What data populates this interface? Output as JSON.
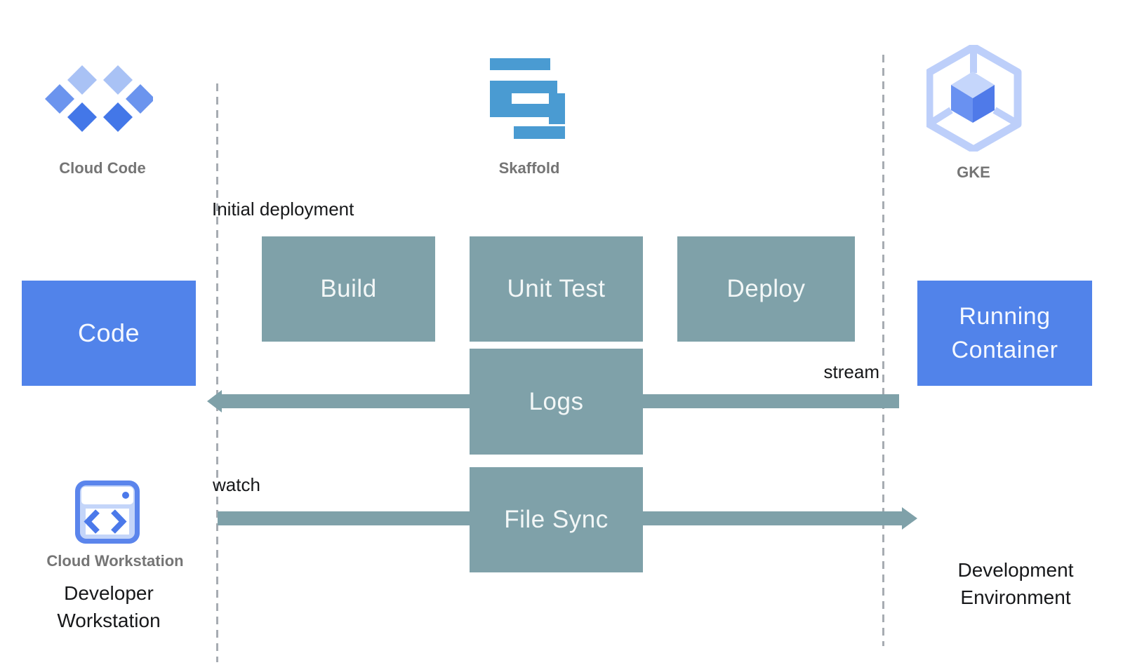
{
  "header": {
    "cloud_code_label": "Cloud Code",
    "skaffold_label": "Skaffold",
    "gke_label": "GKE"
  },
  "flow": {
    "initial_deployment_label": "Initial deployment",
    "code_box_label": "Code",
    "build_box_label": "Build",
    "unit_test_box_label": "Unit Test",
    "deploy_box_label": "Deploy",
    "running_container_box_label": "Running Container",
    "logs_box_label": "Logs",
    "file_sync_box_label": "File Sync",
    "stream_label": "stream",
    "watch_label": "watch"
  },
  "footer": {
    "cloud_workstation_label": "Cloud Workstation",
    "developer_workstation_label": "Developer Workstation",
    "development_environment_label": "Development Environment"
  },
  "icons": {
    "cloud_code": "cloud-code-icon",
    "skaffold": "skaffold-icon",
    "gke": "gke-icon",
    "cloud_workstation": "cloud-workstation-icon"
  },
  "colors": {
    "process_box_teal": "#7fa1a9",
    "action_box_blue": "#5183ea",
    "skaffold_logo_blue": "#4a9bd2",
    "icon_light_blue": "#bdcffa",
    "icon_medium_blue": "#6991f1",
    "icon_dark_blue": "#4f7ae9",
    "divider_gray": "#a7acb2",
    "icon_label_gray": "#757575",
    "text_black": "#17181a",
    "box_text_white": "#f3f7f7"
  }
}
